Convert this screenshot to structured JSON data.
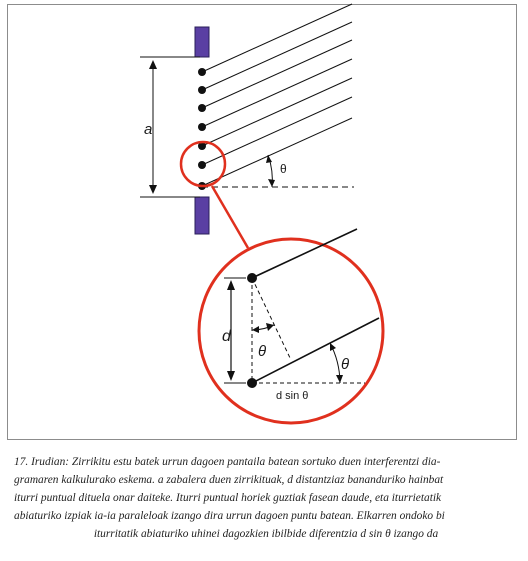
{
  "figure": {
    "label_a": "a",
    "label_theta_top": "θ",
    "label_d": "d",
    "label_theta_left": "θ",
    "label_theta_right": "θ",
    "label_dsin": "d sin θ",
    "colors": {
      "slit_bar": "#5a3fa3",
      "zoom_circle": "#e0301e",
      "lines": "#111111"
    }
  },
  "caption": {
    "line1": "17. Irudian: Zirrikitu estu batek urrun dagoen pantaila batean sortuko duen interferentzi dia-",
    "line2": "gramaren kalkulurako eskema. a zabalera duen zirrikituak, d distantziaz bananduriko hainbat",
    "line3": "iturri puntual dituela onar daiteke. Iturri puntual horiek guztiak fasean daude, eta iturrietatik",
    "line4": "abiaturiko izpiak ia-ia paraleloak izango dira urrun dagoen puntu batean. Elkarren ondoko bi",
    "line5": "iturritatik abiaturiko uhinei dagozkien ibilbide diferentzia d sin θ izango da"
  }
}
